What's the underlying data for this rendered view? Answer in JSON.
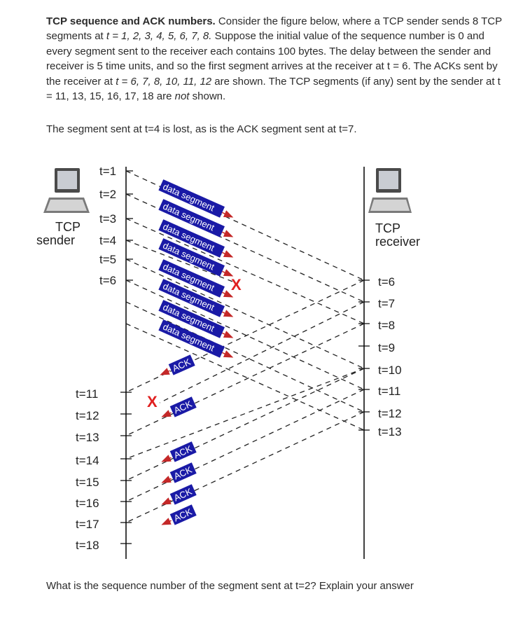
{
  "problem": {
    "title": "TCP sequence and ACK numbers.",
    "p1": " Consider the figure below, where a TCP sender sends 8 TCP segments at ",
    "t_var": "t",
    "send_times": " = 1, 2, 3, 4, 5, 6, 7, 8.",
    "p2": " Suppose the initial value of the sequence number is 0 and every segment sent to the receiver each contains 100 bytes. The delay between the sender and receiver is 5 time units, and so the first segment arrives at the receiver at t = 6.  The ACKs sent by the receiver at ",
    "ack_times": "t = 6, 7, 8, 10, 11, 12",
    "p3": " are shown.  The TCP segments (if any) sent by the sender at t = 11, 13, 15, 16, 17, 18 are ",
    "not_word": "not",
    "p4": " shown.",
    "lost_note": "The segment sent at t=4 is lost, as is the ACK segment sent at t=7.",
    "question": "What is the sequence number of the segment sent at t=2? Explain your answer"
  },
  "diagram": {
    "sender_label_1": "TCP",
    "sender_label_2": "sender",
    "receiver_label_1": "TCP",
    "receiver_label_2": "receiver",
    "segment_label": "data segment",
    "ack_label": "ACK",
    "lost_mark": "X",
    "sender_times_top": [
      "t=1",
      "t=2",
      "t=3",
      "t=4",
      "t=5",
      "t=6"
    ],
    "sender_times_bottom": [
      "t=11",
      "t=12",
      "t=13",
      "t=14",
      "t=15",
      "t=16",
      "t=17",
      "t=18"
    ],
    "receiver_times": [
      "t=6",
      "t=7",
      "t=8",
      "t=9",
      "t=10",
      "t=11",
      "t=12",
      "t=13"
    ],
    "colors": {
      "tag_fill": "#1a1aa6",
      "arrow": "#c42828",
      "lost_x": "#e02020",
      "line": "#000000"
    }
  }
}
